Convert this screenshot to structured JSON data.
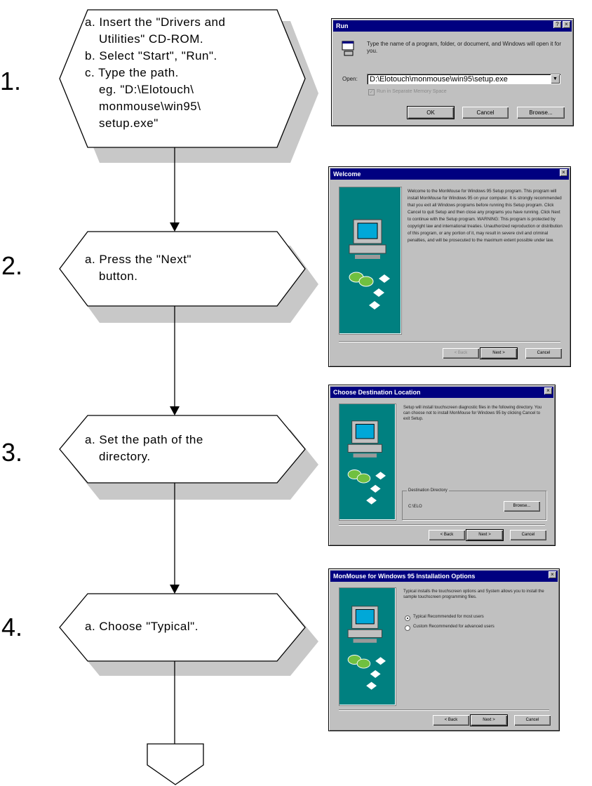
{
  "steps": [
    {
      "number": "1.",
      "lines": [
        "a.  Insert the \"Drivers and",
        "Utilities\" CD-ROM.",
        "b.  Select \"Start\", \"Run\".",
        "c.  Type the path.",
        "eg. \"D:\\Elotouch\\",
        "monmouse\\win95\\",
        "setup.exe\""
      ]
    },
    {
      "number": "2.",
      "lines": [
        "a.  Press the \"Next\"",
        "button."
      ]
    },
    {
      "number": "3.",
      "lines": [
        "a.  Set the path of the",
        "directory."
      ]
    },
    {
      "number": "4.",
      "lines": [
        "a.  Choose \"Typical\"."
      ]
    }
  ],
  "run_dialog": {
    "title": "Run",
    "help_icon": "question-icon",
    "close_icon": "close-icon",
    "prompt": "Type the name of a program, folder, or document, and Windows will open it for you.",
    "open_label": "Open:",
    "open_value": "D:\\Elotouch\\monmouse\\win95\\setup.exe",
    "memory_option": "Run in Separate Memory Space",
    "ok": "OK",
    "cancel": "Cancel",
    "browse": "Browse..."
  },
  "welcome_dialog": {
    "title": "Welcome",
    "text": "Welcome to the MonMouse for Windows 95 Setup program. This program will install MonMouse for Windows 95 on your computer. It is strongly recommended that you exit all Windows programs before running this Setup program. Click Cancel to quit Setup and then close any programs you have running. Click Next to continue with the Setup program. WARNING: This program is protected by copyright law and international treaties. Unauthorized reproduction or distribution of this program, or any portion of it, may result in severe civil and criminal penalties, and will be prosecuted to the maximum extent possible under law.",
    "back": "< Back",
    "next": "Next >",
    "cancel": "Cancel"
  },
  "location_dialog": {
    "title": "Choose Destination Location",
    "text": "Setup will install touchscreen diagnostic files in the following directory. You can choose not to install MonMouse for Windows 95 by clicking Cancel to exit Setup.",
    "dest_label": "Destination Directory",
    "dest_value": "C:\\ELO",
    "browse": "Browse...",
    "back": "< Back",
    "next": "Next >",
    "cancel": "Cancel"
  },
  "install_dialog": {
    "title": "MonMouse for Windows 95 Installation Options",
    "text": "Typical installs the touchscreen options and System allows you to install the sample touchscreen programming files.",
    "typical": "Typical    Recommended for most users",
    "custom": "Custom    Recommended for advanced users",
    "back": "< Back",
    "next": "Next >",
    "cancel": "Cancel"
  },
  "colors": {
    "titlebar": "#000080",
    "dialog": "#c0c0c0",
    "panel": "#008080",
    "shadow": "#c8c8c8"
  }
}
